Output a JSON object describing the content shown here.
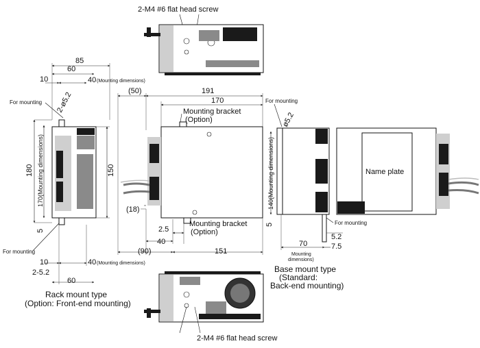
{
  "screws": {
    "top_label": "2-M4  #6 flat head screw",
    "bottom_label": "2-M4  #6 flat head screw"
  },
  "rack_mount": {
    "dim_85": "85",
    "dim_60_top": "60",
    "dim_10_top": "10",
    "dim_40_top": "40",
    "mounting_dims_top": "(Mounting dimensions)",
    "for_mounting_top": "For mounting",
    "hole_top": "2-ø5.2",
    "dim_180": "180",
    "dim_170_mounting": "170(Mounting dimensions)",
    "dim_150": "150",
    "dim_5": "5",
    "for_mounting_bottom": "For mounting",
    "dim_10_bottom": "10",
    "dim_40_bottom": "40",
    "mounting_dims_bottom": "(Mounting dimensions)",
    "hole_bottom": "2-5.2",
    "dim_60_bottom": "60",
    "title_line1": "Rack mount type",
    "title_line2": "(Option: Front-end mounting)"
  },
  "side_view": {
    "dim_50": "(50)",
    "dim_191": "191",
    "dim_170": "170",
    "bracket_top_line1": "Mounting bracket",
    "bracket_top_line2": "(Option)",
    "dim_18": "(18)",
    "dim_2_5": "2.5",
    "dim_40": "40",
    "bracket_bottom_line1": "Mounting bracket",
    "bracket_bottom_line2": "(Option)",
    "dim_90": "(90)",
    "dim_151": "151"
  },
  "base_mount": {
    "for_mounting_top": "For mounting",
    "hole": "ø5.2",
    "dim_140_mounting": "140(Mounting dimensions)",
    "dim_5": "5",
    "for_mounting_bottom": "For mounting",
    "dim_5_2": "5.2",
    "dim_70": "70",
    "dim_7_5": "7.5",
    "mounting_dims_line1": "Mounting",
    "mounting_dims_line2": "dimensions)",
    "title_line1": "Base mount type",
    "title_line2": "(Standard:",
    "title_line3": "Back-end mounting)",
    "name_plate": "Name plate"
  }
}
